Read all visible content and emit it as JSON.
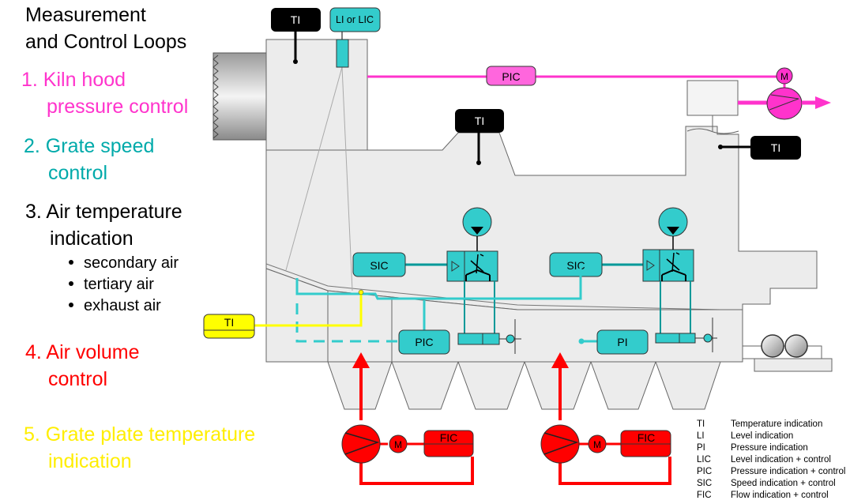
{
  "colors": {
    "pressure": "#ff33cc",
    "grate": "#00aaaa",
    "air_temp": "#000000",
    "air_volume": "#ff0000",
    "plate_temp": "#ffff00",
    "teal_box": "#33cccc",
    "dark_teal": "#009999",
    "cooler_fill": "#ececec",
    "cooler_stroke": "#666666"
  },
  "heading": {
    "line1": "Measurement",
    "line2": "and Control Loops"
  },
  "loops": [
    {
      "line1": "1. Kiln hood",
      "line2": "pressure control"
    },
    {
      "line1": "2. Grate speed",
      "line2": "control"
    },
    {
      "line1": "3. Air temperature",
      "line2": "indication",
      "bullets": [
        "secondary air",
        "tertiary air",
        "exhaust air"
      ]
    },
    {
      "line1": "4. Air volume",
      "line2": "control"
    },
    {
      "line1": "5. Grate plate temperature",
      "line2": "indication"
    }
  ],
  "tags": {
    "ti_hood": "TI",
    "li_lic": "LI or LIC",
    "pic_top": "PIC",
    "ti_tertiary": "TI",
    "ti_exhaust": "TI",
    "sic_1": "SIC",
    "sic_2": "SIC",
    "ti_plate": "TI",
    "pic_under": "PIC",
    "pi_under": "PI",
    "fic_1": "FIC",
    "fic_2": "FIC",
    "motor_1": "M",
    "motor_2": "M",
    "motor_fan": "M"
  },
  "legend": [
    {
      "abbr": "TI",
      "desc": "Temperature indication"
    },
    {
      "abbr": "LI",
      "desc": "Level indication"
    },
    {
      "abbr": "PI",
      "desc": "Pressure indication"
    },
    {
      "abbr": "LIC",
      "desc": "Level indication + control"
    },
    {
      "abbr": "PIC",
      "desc": "Pressure indication + control"
    },
    {
      "abbr": "SIC",
      "desc": "Speed indication + control"
    },
    {
      "abbr": "FIC",
      "desc": "Flow indication + control"
    }
  ]
}
